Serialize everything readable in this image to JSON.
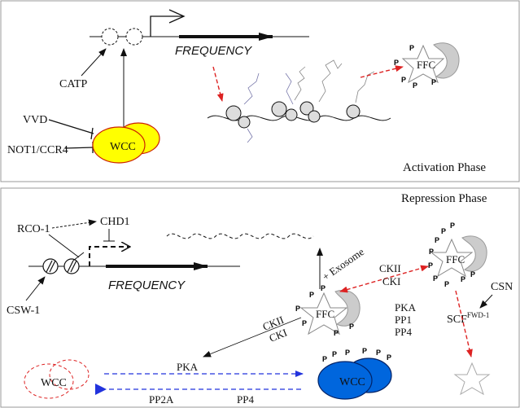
{
  "activation": {
    "phase_label": "Activation Phase",
    "gene_label": "FREQUENCY",
    "catp": "CATP",
    "vvd": "VVD",
    "not1": "NOT1/CCR4",
    "wcc": "WCC",
    "ffc": "FFC",
    "p": "P"
  },
  "repression": {
    "phase_label": "Repression Phase",
    "gene_label": "FREQUENCY",
    "rco1": "RCO-1",
    "chd1": "CHD1",
    "csw1": "CSW-1",
    "exosome": "+ Exosome",
    "ckii": "CKII",
    "cki": "CKI",
    "pka": "PKA",
    "pp1": "PP1",
    "pp4": "PP4",
    "pp2a": "PP2A",
    "csn": "CSN",
    "scf": "SCF",
    "scf_sup": "FWD-1",
    "ffc": "FFC",
    "wcc": "WCC",
    "p": "P"
  },
  "colors": {
    "wcc_active_fill": "#ffff00",
    "wcc_active_stroke": "#cc2200",
    "wcc_repressed_fill": "#0066dd",
    "red_arrow": "#dd2222",
    "blue_arrow": "#2233dd",
    "ffc_grey": "#cccccc"
  }
}
